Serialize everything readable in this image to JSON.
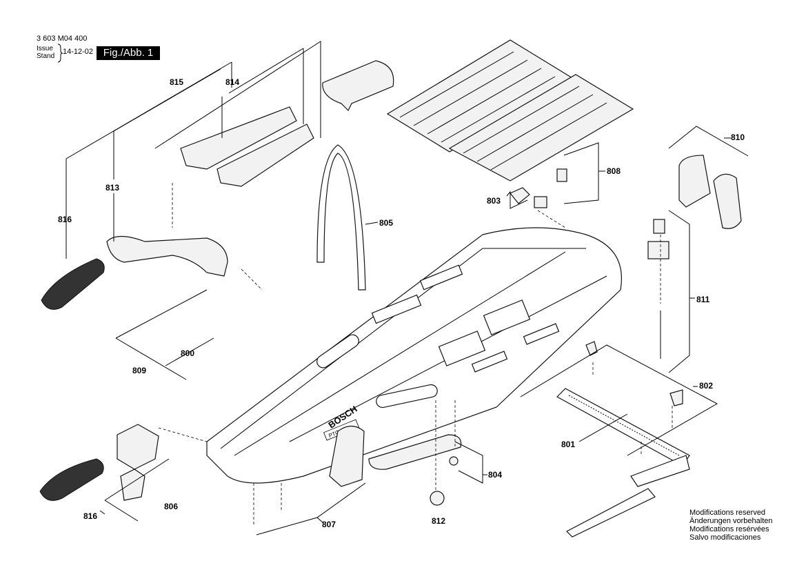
{
  "header": {
    "doc_number": "3 603 M04 400",
    "issue_label": "Issue",
    "stand_label": "Stand",
    "date": "14-12-02",
    "figure_label": "Fig./Abb. 1"
  },
  "callouts": [
    "815",
    "814",
    "813",
    "816",
    "809",
    "800",
    "805",
    "803",
    "808",
    "810",
    "811",
    "802",
    "801",
    "804",
    "812",
    "806",
    "816",
    "807"
  ],
  "notice": {
    "line1": "Modifications reserved",
    "line2": "Änderungen vorbehalten",
    "line3": "Modifications resérvées",
    "line4": "Salvo modificaciones"
  },
  "labels": {
    "brand": "BOSCH",
    "model": "PTC 640"
  }
}
